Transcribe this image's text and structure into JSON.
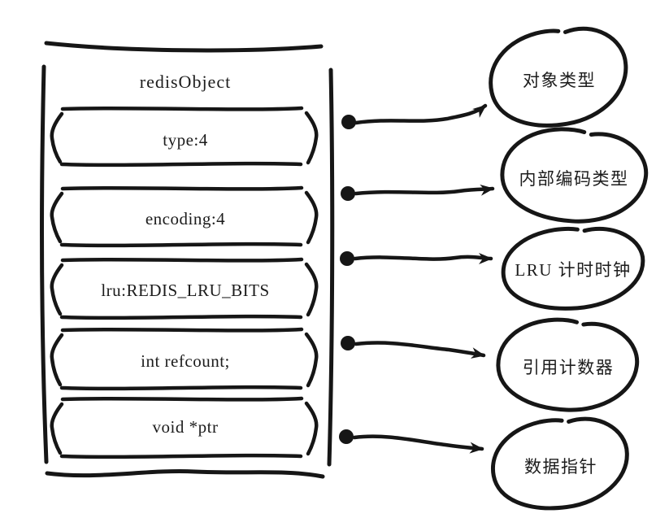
{
  "diagram": {
    "title": "redisObject",
    "fields": [
      {
        "label": "type:4"
      },
      {
        "label": "encoding:4"
      },
      {
        "label": "lru:REDIS_LRU_BITS"
      },
      {
        "label": "int refcount;"
      },
      {
        "label": "void *ptr"
      }
    ],
    "annotations": [
      {
        "label": "对象类型"
      },
      {
        "label": "内部编码类型"
      },
      {
        "label": "LRU 计时时钟"
      },
      {
        "label": "引用计数器"
      },
      {
        "label": "数据指针"
      }
    ],
    "colors": {
      "ink": "#161616",
      "background": "#ffffff"
    }
  }
}
